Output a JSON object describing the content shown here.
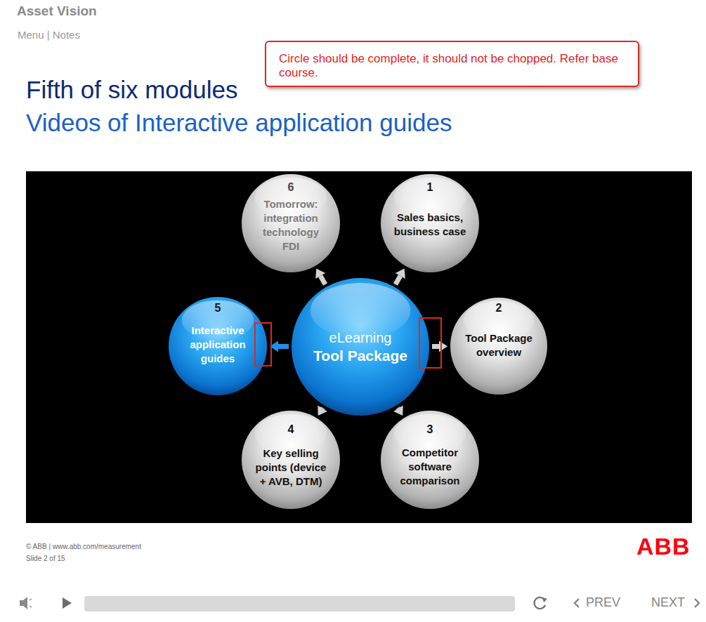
{
  "diagram": {
    "title": "Fifth of six modules",
    "nodes": [
      {
        "text": [
          "Circle should be complete, it should not be chopped. Refer base course."
        ]
      },
      {
        "text": [
          "6",
          "Tomorrow: integration technology FDI"
        ]
      },
      {
        "text": [
          "1",
          "Sales basics, business case"
        ]
      },
      {
        "text": [
          "5",
          "Interactive application guides"
        ]
      },
      {
        "text": [
          "eLearning",
          "Tool Package"
        ]
      },
      {
        "text": [
          "2",
          "Tool Package overview"
        ]
      },
      {
        "text": [
          "4",
          "Key selling points (device + AVB, DTM)"
        ]
      },
      {
        "text": [
          "3",
          "Competitor software comparison"
        ]
      }
    ],
    "edges": [
      {
        "from": 4,
        "to": 1,
        "arrow": "to"
      },
      {
        "from": 4,
        "to": 2,
        "arrow": "to"
      },
      {
        "from": 4,
        "to": 3,
        "arrow": "to"
      },
      {
        "from": 4,
        "to": 5,
        "arrow": "to"
      },
      {
        "from": 4,
        "to": 6,
        "arrow": "to"
      },
      {
        "from": 4,
        "to": 7,
        "arrow": "to"
      }
    ],
    "labels": [
      "Asset Vision",
      "Menu | Notes",
      "Videos of Interactive application guides",
      "© ABB | www.abb.com/measurement",
      "Slide 2 of 15",
      "ABB",
      "PREV",
      "NEXT"
    ]
  }
}
